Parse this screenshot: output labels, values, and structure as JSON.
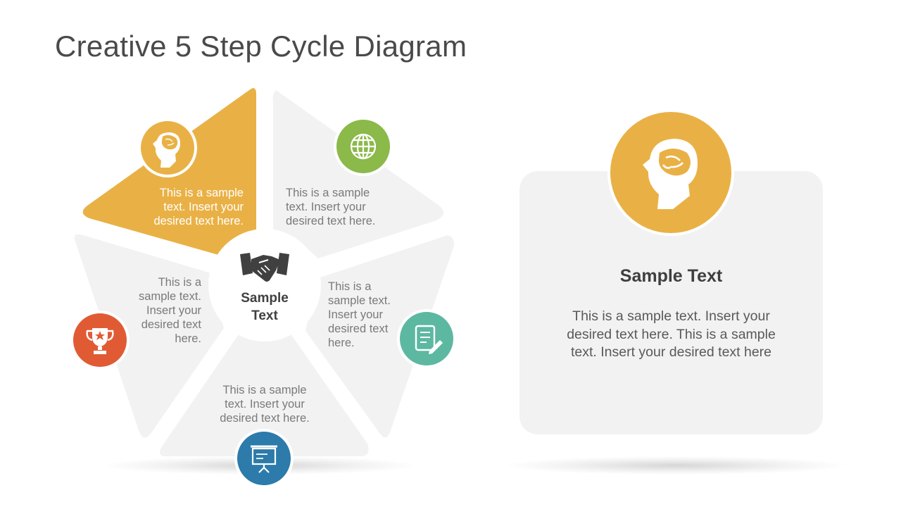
{
  "slide": {
    "title": "Creative 5 Step Cycle Diagram"
  },
  "center": {
    "label_line1": "Sample",
    "label_line2": "Text",
    "icon": "handshake-icon"
  },
  "segments": [
    {
      "id": "top-left",
      "icon": "head-brain-icon",
      "icon_color": "#E9B145",
      "fill": "#E9B145",
      "highlighted": true,
      "lines": [
        "This is a sample",
        "text.  Insert your",
        "desired text here."
      ]
    },
    {
      "id": "top-right",
      "icon": "globe-icon",
      "icon_color": "#8BB94A",
      "fill": "#F2F2F2",
      "highlighted": false,
      "lines": [
        "This is a sample",
        "text.  Insert your",
        "desired text here."
      ]
    },
    {
      "id": "right",
      "icon": "document-pen-icon",
      "icon_color": "#5DB8A2",
      "fill": "#F2F2F2",
      "highlighted": false,
      "lines": [
        "This is a",
        "sample text.",
        "Insert your",
        "desired text",
        "here."
      ]
    },
    {
      "id": "bottom",
      "icon": "presentation-board-icon",
      "icon_color": "#2C7BAA",
      "fill": "#F2F2F2",
      "highlighted": false,
      "lines": [
        "This is a sample",
        "text.  Insert your",
        "desired text here."
      ]
    },
    {
      "id": "left",
      "icon": "trophy-icon",
      "icon_color": "#E05B34",
      "fill": "#F2F2F2",
      "highlighted": false,
      "lines": [
        "This is a",
        "sample text.",
        "Insert your",
        "desired text",
        "here."
      ]
    }
  ],
  "detail_panel": {
    "icon": "head-brain-icon",
    "icon_color": "#E9B145",
    "title": "Sample Text",
    "body": "This is a sample  text.  Insert your desired text here. This is a sample  text.  Insert your desired text here"
  }
}
